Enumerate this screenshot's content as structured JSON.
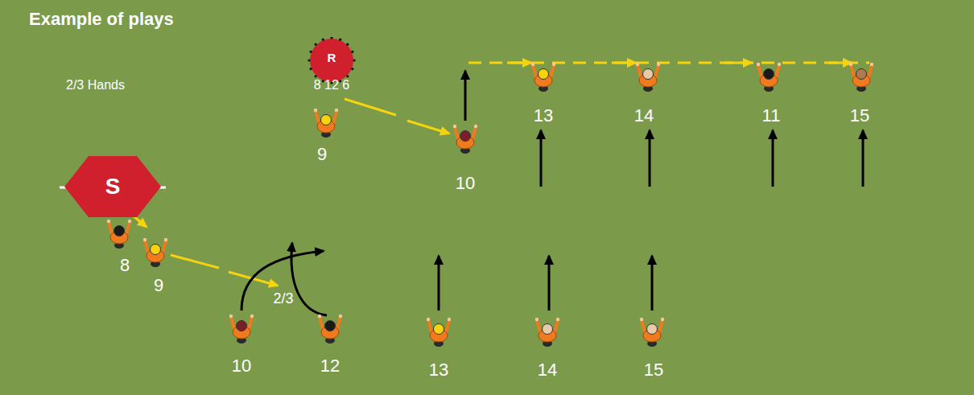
{
  "diagram": {
    "title": "Example of plays",
    "nodes": [
      {
        "text": [
          "R",
          "8 12 6"
        ]
      },
      {
        "text": [
          "S"
        ]
      }
    ],
    "labels": [
      "2/3 Hands",
      "13",
      "14",
      "11",
      "15",
      "9",
      "10",
      "8",
      "9",
      "2/3",
      "10",
      "12",
      "13",
      "14",
      "15"
    ]
  }
}
